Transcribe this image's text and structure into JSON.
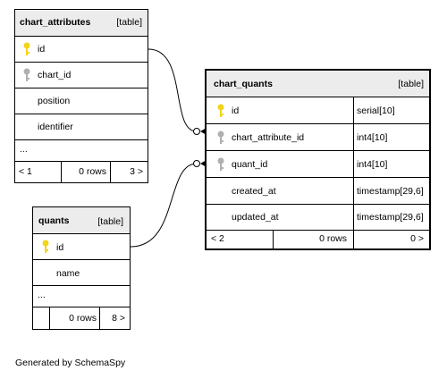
{
  "tables": {
    "chart_attributes": {
      "name": "chart_attributes",
      "tag": "[table]",
      "columns": [
        {
          "name": "id",
          "key": "primary",
          "type": ""
        },
        {
          "name": "chart_id",
          "key": "foreign",
          "type": ""
        },
        {
          "name": "position",
          "key": "none",
          "type": ""
        },
        {
          "name": "identifier",
          "key": "none",
          "type": ""
        }
      ],
      "more": "...",
      "footer": {
        "prev": "< 1",
        "rows": "0 rows",
        "next": "3 >"
      }
    },
    "chart_quants": {
      "name": "chart_quants",
      "tag": "[table]",
      "columns": [
        {
          "name": "id",
          "key": "primary",
          "type": "serial[10]"
        },
        {
          "name": "chart_attribute_id",
          "key": "foreign",
          "type": "int4[10]"
        },
        {
          "name": "quant_id",
          "key": "foreign",
          "type": "int4[10]"
        },
        {
          "name": "created_at",
          "key": "none",
          "type": "timestamp[29,6]"
        },
        {
          "name": "updated_at",
          "key": "none",
          "type": "timestamp[29,6]"
        }
      ],
      "footer": {
        "prev": "< 2",
        "rows": "0 rows",
        "next": "0 >"
      }
    },
    "quants": {
      "name": "quants",
      "tag": "[table]",
      "columns": [
        {
          "name": "id",
          "key": "primary",
          "type": ""
        },
        {
          "name": "name",
          "key": "none",
          "type": ""
        }
      ],
      "more": "...",
      "footer": {
        "prev": "",
        "rows": "0 rows",
        "next": "8 >"
      }
    }
  },
  "relations": [
    {
      "from": "chart_attributes.id",
      "to": "chart_quants.chart_attribute_id"
    },
    {
      "from": "quants.id",
      "to": "chart_quants.quant_id"
    }
  ],
  "colors": {
    "primary_key": "#f2d418",
    "foreign_key": "#b0b0b0",
    "header": "#ececec"
  },
  "footer_text": "Generated by SchemaSpy"
}
